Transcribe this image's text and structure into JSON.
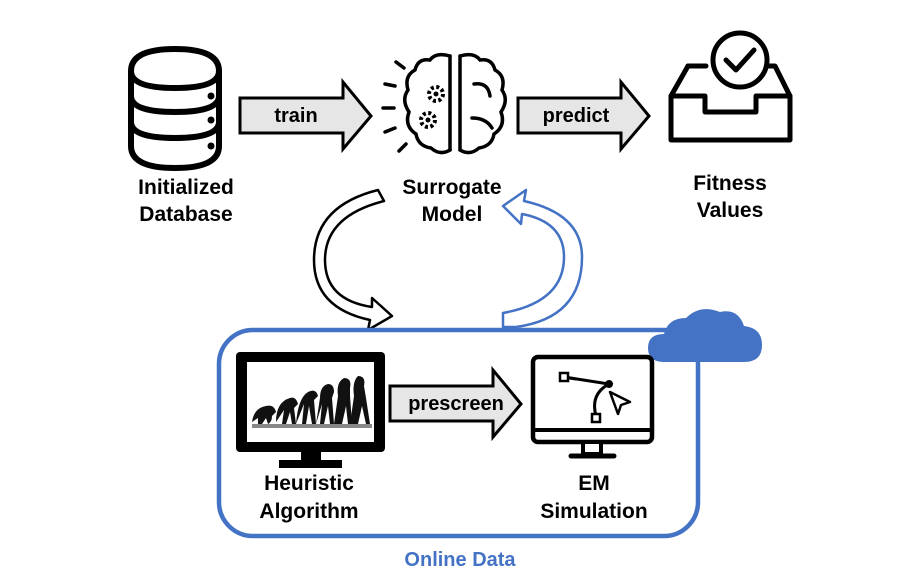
{
  "nodes": {
    "database": {
      "line1": "Initialized",
      "line2": "Database"
    },
    "surrogate": {
      "line1": "Surrogate",
      "line2": "Model"
    },
    "fitness": {
      "line1": "Fitness",
      "line2": "Values"
    },
    "heuristic": {
      "line1": "Heuristic",
      "line2": "Algorithm"
    },
    "em": {
      "line1": "EM",
      "line2": "Simulation"
    }
  },
  "arrows": {
    "train": "train",
    "predict": "predict",
    "prescreen": "prescreen"
  },
  "online": {
    "label": "Online Data"
  },
  "colors": {
    "accent_blue": "#4472C4",
    "cloud_blue": "#4472C4",
    "arrow_fill": "#E7E6E6",
    "dark": "#000000"
  }
}
